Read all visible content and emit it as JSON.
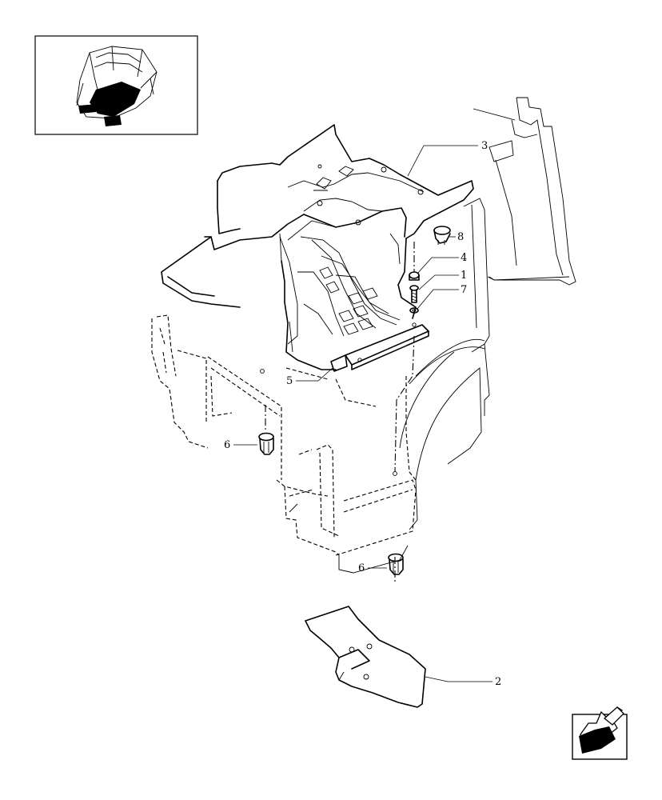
{
  "diagram": {
    "callouts": {
      "c1": "1",
      "c2": "2",
      "c3": "3",
      "c4": "4",
      "c5": "5",
      "c6a": "6",
      "c6b": "6",
      "c7": "7",
      "c8": "8"
    },
    "icons": {
      "thumbnail": "tractor-cab-locator-thumbnail",
      "nav": "back-arrow-icon"
    },
    "colors": {
      "line": "#000000",
      "fill": "#ffffff",
      "solid": "#000000"
    }
  }
}
